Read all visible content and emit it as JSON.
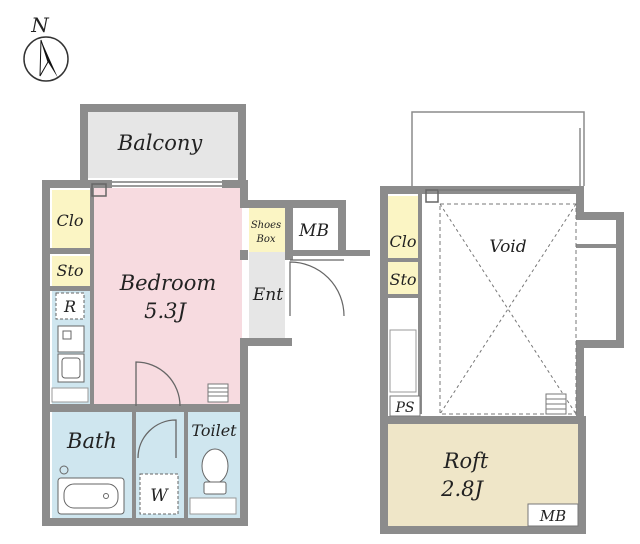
{
  "compass": {
    "label": "N"
  },
  "colors": {
    "wall": "#8c8c8c",
    "bedroom": "#f7dbe0",
    "wet_area": "#cfe6ef",
    "storage": "#fbf5c4",
    "loft": "#efe6c8",
    "balcony": "#e6e6e6",
    "entrance": "#e6e6e6"
  },
  "floor1": {
    "balcony": "Balcony",
    "closet": "Clo",
    "storage": "Sto",
    "refrigerator": "R",
    "bedroom": {
      "name": "Bedroom",
      "size": "5.3J"
    },
    "shoes_box": {
      "line1": "Shoes",
      "line2": "Box"
    },
    "meter_box": "MB",
    "entrance": "Ent",
    "bath": "Bath",
    "toilet": "Toilet",
    "washer": "W"
  },
  "floor2": {
    "closet": "Clo",
    "storage": "Sto",
    "void": "Void",
    "pipe_space": "PS",
    "loft": {
      "name": "Roft",
      "size": "2.8J"
    },
    "meter_box": "MB"
  }
}
